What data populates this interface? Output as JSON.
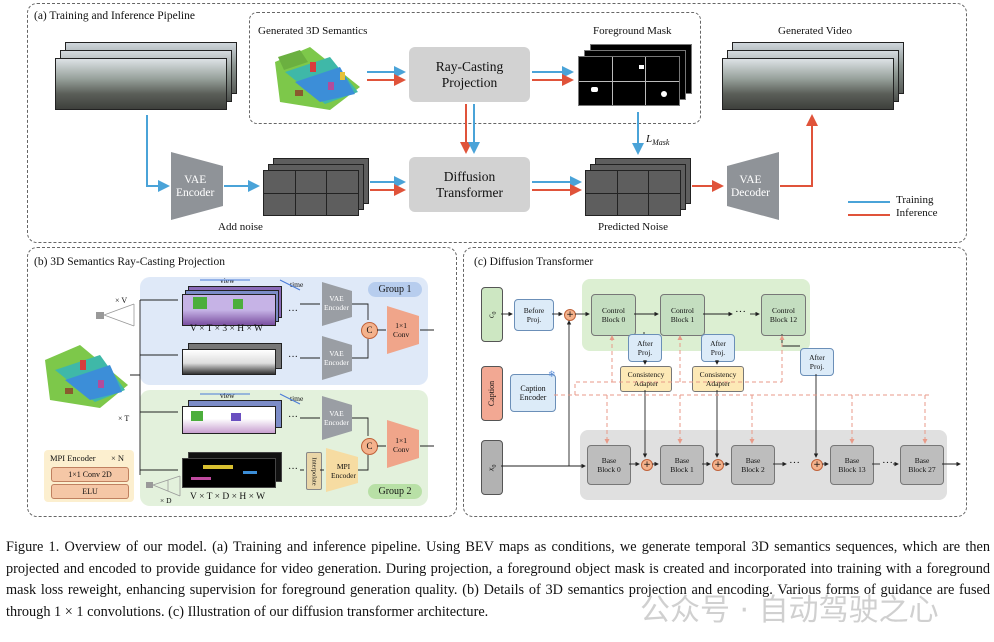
{
  "panel_a": {
    "title": "(a) Training and Inference Pipeline",
    "generated_3d_semantics": "Generated 3D Semantics",
    "foreground_mask": "Foreground Mask",
    "generated_video": "Generated Video",
    "ray_casting": [
      "Ray-Casting",
      "Projection"
    ],
    "diffusion_transformer": [
      "Diffusion",
      "Transformer"
    ],
    "vae_encoder": [
      "VAE",
      "Encoder"
    ],
    "vae_decoder": [
      "VAE",
      "Decoder"
    ],
    "add_noise": "Add noise",
    "predicted_noise": "Predicted Noise",
    "loss_label": "L",
    "loss_sub": "Mask",
    "legend_training": "Training",
    "legend_inference": "Inference",
    "color_training": "#4aa3d8",
    "color_inference": "#e0533a"
  },
  "panel_b": {
    "title": "(b) 3D Semantics Ray-Casting Projection",
    "group1": "Group 1",
    "group2": "Group 2",
    "vae_encoder": [
      "VAE",
      "Encoder"
    ],
    "conv": [
      "1×1",
      "Conv"
    ],
    "concat": "C",
    "dims1": "V × T × 3 × H × W",
    "dims2": "V × T × D × H × W",
    "times_v": "× V",
    "times_t": "× T",
    "times_d": "× D",
    "view": "view",
    "time": "time",
    "mpi_encoder_title": "MPI Encoder",
    "times_n": "× N",
    "conv2d": "1×1 Conv 2D",
    "elu": "ELU",
    "interpolate": "Interpolate",
    "mpi_encoder": [
      "MPI",
      "Encoder"
    ],
    "ellipsis": "···"
  },
  "panel_c": {
    "title": "(c) Diffusion Transformer",
    "inputs": [
      "c",
      "Caption",
      "x"
    ],
    "before_proj": [
      "Before",
      "Proj."
    ],
    "caption_encoder": [
      "Caption",
      "Encoder"
    ],
    "control_blocks": [
      [
        "Control",
        "Block 0"
      ],
      [
        "Control",
        "Block 1"
      ],
      [
        "Control",
        "Block 12"
      ]
    ],
    "after_proj": [
      "After",
      "Proj."
    ],
    "consistency_adapter": [
      "Consistency",
      "Adapter"
    ],
    "base_blocks": [
      [
        "Base",
        "Block 0"
      ],
      [
        "Base",
        "Block 1"
      ],
      [
        "Base",
        "Block 2"
      ],
      [
        "Base",
        "Block 13"
      ],
      [
        "Base",
        "Block 27"
      ]
    ],
    "ellipsis": "···"
  },
  "caption": "Figure 1. Overview of our model. (a) Training and inference pipeline. Using BEV maps as conditions, we generate temporal 3D semantics sequences, which are then projected and encoded to provide guidance for video generation. During projection, a foreground object mask is created and incorporated into training with a foreground mask loss reweight, enhancing supervision for foreground generation quality. (b) Details of 3D semantics projection and encoding. Various forms of guidance are fused through 1 × 1 convolutions. (c) Illustration of our diffusion transformer architecture.",
  "watermark": "公众号 · 自动驾驶之心"
}
